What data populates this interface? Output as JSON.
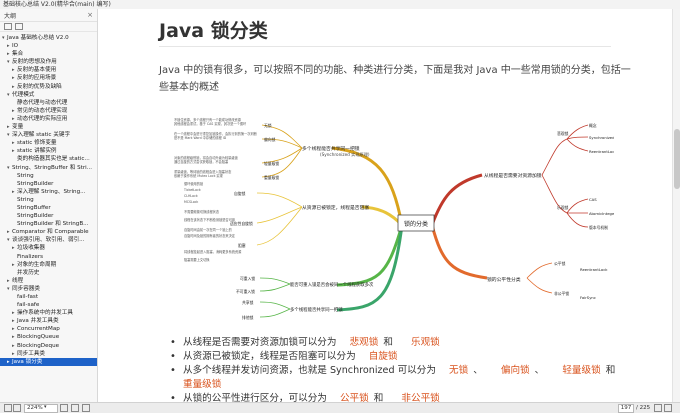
{
  "window": {
    "title": "基础核心总结 V2.0(精华合(main) 编写)"
  },
  "sidebar": {
    "header": "大纲",
    "close": "×",
    "items": [
      {
        "label": "Java 基础核心总结 V2.0",
        "level": 0,
        "arrow": "▾"
      },
      {
        "label": "IO",
        "level": 1,
        "arrow": "▸"
      },
      {
        "label": "集合",
        "level": 1,
        "arrow": "▸"
      },
      {
        "label": "反射的思想及作用",
        "level": 1,
        "arrow": "▾"
      },
      {
        "label": "反射的基本使用",
        "level": 2,
        "arrow": "▸"
      },
      {
        "label": "反射的应用场景",
        "level": 2,
        "arrow": "▸"
      },
      {
        "label": "反射的优势及缺陷",
        "level": 2,
        "arrow": "▸"
      },
      {
        "label": "代理模式",
        "level": 1,
        "arrow": "▾"
      },
      {
        "label": "静态代理与动态代理",
        "level": 2,
        "arrow": ""
      },
      {
        "label": "常见的动态代理实现",
        "level": 2,
        "arrow": "▸"
      },
      {
        "label": "动态代理的实际应用",
        "level": 2,
        "arrow": "▸"
      },
      {
        "label": "变量",
        "level": 1,
        "arrow": "▸"
      },
      {
        "label": "深入理解 static 关键字",
        "level": 1,
        "arrow": "▾"
      },
      {
        "label": "static 修饰变量",
        "level": 2,
        "arrow": "▸"
      },
      {
        "label": "static 讲解实例",
        "level": 2,
        "arrow": "▸"
      },
      {
        "label": "类的构造器其实也是 static...",
        "level": 2,
        "arrow": ""
      },
      {
        "label": "String、StringBuffer 和 Stri...",
        "level": 1,
        "arrow": "▾"
      },
      {
        "label": "String",
        "level": 2,
        "arrow": ""
      },
      {
        "label": "StringBuilder",
        "level": 2,
        "arrow": ""
      },
      {
        "label": "深入理解 String、String...",
        "level": 2,
        "arrow": "▸"
      },
      {
        "label": "String",
        "level": 2,
        "arrow": ""
      },
      {
        "label": "StringBuffer",
        "level": 2,
        "arrow": ""
      },
      {
        "label": "StringBuilder",
        "level": 2,
        "arrow": ""
      },
      {
        "label": "StringBuilder 和 StringB...",
        "level": 2,
        "arrow": ""
      },
      {
        "label": "Comparator 和 Comparable",
        "level": 1,
        "arrow": "▸"
      },
      {
        "label": "谈谈强引用、软引用、弱引...",
        "level": 1,
        "arrow": "▾"
      },
      {
        "label": "垃圾收集器",
        "level": 2,
        "arrow": "▸"
      },
      {
        "label": "Finalizers",
        "level": 2,
        "arrow": ""
      },
      {
        "label": "对象的生命周期",
        "level": 2,
        "arrow": "▸"
      },
      {
        "label": "并发历史",
        "level": 2,
        "arrow": ""
      },
      {
        "label": "线程",
        "level": 1,
        "arrow": "▸"
      },
      {
        "label": "同步容器类",
        "level": 1,
        "arrow": "▾"
      },
      {
        "label": "fail-fast",
        "level": 2,
        "arrow": ""
      },
      {
        "label": "fail-safe",
        "level": 2,
        "arrow": ""
      },
      {
        "label": "操作系统中的并发工具",
        "level": 2,
        "arrow": "▸"
      },
      {
        "label": "Java 并发工具类",
        "level": 2,
        "arrow": "▸"
      },
      {
        "label": "ConcurrentMap",
        "level": 2,
        "arrow": "▸"
      },
      {
        "label": "BlockingQueue",
        "level": 2,
        "arrow": "▸"
      },
      {
        "label": "BlockingDeque",
        "level": 2,
        "arrow": "▸"
      },
      {
        "label": "同步工具类",
        "level": 2,
        "arrow": "▸"
      },
      {
        "label": "Java 锁分类",
        "level": 1,
        "arrow": "▸",
        "selected": true
      }
    ]
  },
  "content": {
    "title": "Java 锁分类",
    "intro": "Java 中的锁有很多，可以按照不同的功能、种类进行分类，下面是我对 Java 中一些常用锁的分类，包括一些基本的概述",
    "mindmap": {
      "center": "锁的分类",
      "branch_top_left": "多个线程能否共享同一把锁",
      "branch_top_left_sub": "(Synchronized 实现原理)",
      "branch_mid_left": "从资源已被锁定，线程是否阻塞",
      "branch_low_left1": "能否可重入锁是否会被同一个线程获取多次",
      "branch_low_left2": "多个线程能否共享同一把锁",
      "branch_top_right": "从线程是否需要对资源加锁",
      "branch_bottom_right": "锁的公平性分类",
      "r_items": [
        "悲观锁",
        "Synchronized",
        "ReentrantLock",
        "乐观锁",
        "CAS",
        "AtomicInteger",
        "版本号机制"
      ],
      "l_items": [
        "自旋锁",
        "适应性自旋锁",
        "无锁",
        "偏向锁",
        "轻量级锁",
        "重量级锁",
        "可重入锁",
        "不可重入锁",
        "共享锁",
        "排他锁"
      ],
      "fair_items": [
        "公平锁",
        "非公平锁",
        "ReentrantLock",
        "FairSync"
      ]
    },
    "bullets": [
      {
        "pre": "从线程是否需要对资源加锁可以分为",
        "tags": [
          "悲观锁",
          "乐观锁"
        ],
        "seps": [
          "和"
        ]
      },
      {
        "pre": "从资源已被锁定，线程是否阻塞可以分为",
        "tags": [
          "自旋锁"
        ],
        "seps": []
      },
      {
        "pre": "从多个线程并发访问资源，也就是 Synchronized 可以分为",
        "tags": [
          "无锁",
          "偏向锁",
          "轻量级锁",
          "重量级锁"
        ],
        "seps": [
          "、",
          "、",
          "和"
        ]
      },
      {
        "pre": "从锁的公平性进行区分，可以分为",
        "tags": [
          "公平锁",
          "非公平锁"
        ],
        "seps": [
          "和"
        ]
      }
    ]
  },
  "status": {
    "zoom": "224%",
    "page": "197",
    "total": "/ 225"
  },
  "colors": {
    "accent": "#d9531e",
    "selected": "#1e62c8"
  }
}
